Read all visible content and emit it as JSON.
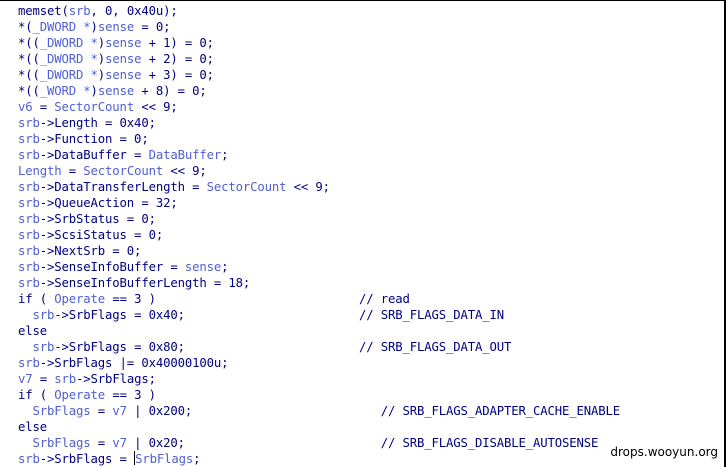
{
  "code_lines": [
    [
      {
        "t": "memset(",
        "k": "n"
      },
      {
        "t": "srb",
        "k": "v"
      },
      {
        "t": ", 0, 0x40u);",
        "k": "n"
      }
    ],
    [
      {
        "t": "*(",
        "k": "n"
      },
      {
        "t": "_DWORD *",
        "k": "v"
      },
      {
        "t": ")",
        "k": "n"
      },
      {
        "t": "sense",
        "k": "v"
      },
      {
        "t": " = 0;",
        "k": "n"
      }
    ],
    [
      {
        "t": "*((",
        "k": "n"
      },
      {
        "t": "_DWORD *",
        "k": "v"
      },
      {
        "t": ")",
        "k": "n"
      },
      {
        "t": "sense",
        "k": "v"
      },
      {
        "t": " + 1) = 0;",
        "k": "n"
      }
    ],
    [
      {
        "t": "*((",
        "k": "n"
      },
      {
        "t": "_DWORD *",
        "k": "v"
      },
      {
        "t": ")",
        "k": "n"
      },
      {
        "t": "sense",
        "k": "v"
      },
      {
        "t": " + 2) = 0;",
        "k": "n"
      }
    ],
    [
      {
        "t": "*((",
        "k": "n"
      },
      {
        "t": "_DWORD *",
        "k": "v"
      },
      {
        "t": ")",
        "k": "n"
      },
      {
        "t": "sense",
        "k": "v"
      },
      {
        "t": " + 3) = 0;",
        "k": "n"
      }
    ],
    [
      {
        "t": "*((",
        "k": "n"
      },
      {
        "t": "_WORD *",
        "k": "v"
      },
      {
        "t": ")",
        "k": "n"
      },
      {
        "t": "sense",
        "k": "v"
      },
      {
        "t": " + 8) = 0;",
        "k": "n"
      }
    ],
    [
      {
        "t": "v6",
        "k": "v"
      },
      {
        "t": " = ",
        "k": "n"
      },
      {
        "t": "SectorCount",
        "k": "v"
      },
      {
        "t": " << 9;",
        "k": "n"
      }
    ],
    [
      {
        "t": "srb",
        "k": "v"
      },
      {
        "t": "->Length = 0x40;",
        "k": "n"
      }
    ],
    [
      {
        "t": "srb",
        "k": "v"
      },
      {
        "t": "->Function = 0;",
        "k": "n"
      }
    ],
    [
      {
        "t": "srb",
        "k": "v"
      },
      {
        "t": "->DataBuffer = ",
        "k": "n"
      },
      {
        "t": "DataBuffer",
        "k": "v"
      },
      {
        "t": ";",
        "k": "n"
      }
    ],
    [
      {
        "t": "Length",
        "k": "v"
      },
      {
        "t": " = ",
        "k": "n"
      },
      {
        "t": "SectorCount",
        "k": "v"
      },
      {
        "t": " << 9;",
        "k": "n"
      }
    ],
    [
      {
        "t": "srb",
        "k": "v"
      },
      {
        "t": "->DataTransferLength = ",
        "k": "n"
      },
      {
        "t": "SectorCount",
        "k": "v"
      },
      {
        "t": " << 9;",
        "k": "n"
      }
    ],
    [
      {
        "t": "srb",
        "k": "v"
      },
      {
        "t": "->QueueAction = 32;",
        "k": "n"
      }
    ],
    [
      {
        "t": "srb",
        "k": "v"
      },
      {
        "t": "->SrbStatus = 0;",
        "k": "n"
      }
    ],
    [
      {
        "t": "srb",
        "k": "v"
      },
      {
        "t": "->ScsiStatus = 0;",
        "k": "n"
      }
    ],
    [
      {
        "t": "srb",
        "k": "v"
      },
      {
        "t": "->NextSrb = 0;",
        "k": "n"
      }
    ],
    [
      {
        "t": "srb",
        "k": "v"
      },
      {
        "t": "->SenseInfoBuffer = ",
        "k": "n"
      },
      {
        "t": "sense",
        "k": "v"
      },
      {
        "t": ";",
        "k": "n"
      }
    ],
    [
      {
        "t": "srb",
        "k": "v"
      },
      {
        "t": "->SenseInfoBufferLength = 18;",
        "k": "n"
      }
    ],
    [
      {
        "t": "if ( ",
        "k": "n"
      },
      {
        "t": "Operate",
        "k": "v"
      },
      {
        "t": " == 3 )                            ",
        "k": "n"
      },
      {
        "t": "// read",
        "k": "c"
      }
    ],
    [
      {
        "t": "  ",
        "k": "n"
      },
      {
        "t": "srb",
        "k": "v"
      },
      {
        "t": "->SrbFlags = 0x40;                        ",
        "k": "n"
      },
      {
        "t": "// SRB_FLAGS_DATA_IN",
        "k": "c"
      }
    ],
    [
      {
        "t": "else",
        "k": "n"
      }
    ],
    [
      {
        "t": "  ",
        "k": "n"
      },
      {
        "t": "srb",
        "k": "v"
      },
      {
        "t": "->SrbFlags = 0x80;                        ",
        "k": "n"
      },
      {
        "t": "// SRB_FLAGS_DATA_OUT",
        "k": "c"
      }
    ],
    [
      {
        "t": "srb",
        "k": "v"
      },
      {
        "t": "->SrbFlags |= 0x40000100u;",
        "k": "n"
      }
    ],
    [
      {
        "t": "v7",
        "k": "v"
      },
      {
        "t": " = ",
        "k": "n"
      },
      {
        "t": "srb",
        "k": "v"
      },
      {
        "t": "->SrbFlags;",
        "k": "n"
      }
    ],
    [
      {
        "t": "if ( ",
        "k": "n"
      },
      {
        "t": "Operate",
        "k": "v"
      },
      {
        "t": " == 3 )",
        "k": "n"
      }
    ],
    [
      {
        "t": "  ",
        "k": "n"
      },
      {
        "t": "SrbFlags",
        "k": "v"
      },
      {
        "t": " = ",
        "k": "n"
      },
      {
        "t": "v7",
        "k": "v"
      },
      {
        "t": " | 0x200;                          ",
        "k": "n"
      },
      {
        "t": "// SRB_FLAGS_ADAPTER_CACHE_ENABLE",
        "k": "c"
      }
    ],
    [
      {
        "t": "else",
        "k": "n"
      }
    ],
    [
      {
        "t": "  ",
        "k": "n"
      },
      {
        "t": "SrbFlags",
        "k": "v"
      },
      {
        "t": " = ",
        "k": "n"
      },
      {
        "t": "v7",
        "k": "v"
      },
      {
        "t": " | 0x20;                           ",
        "k": "n"
      },
      {
        "t": "// SRB_FLAGS_DISABLE_AUTOSENSE",
        "k": "c"
      }
    ],
    [
      {
        "t": "srb",
        "k": "v"
      },
      {
        "t": "->SrbFlags = ",
        "k": "n"
      },
      {
        "t": "|",
        "k": "caret"
      },
      {
        "t": "SrbFlags",
        "k": "v"
      },
      {
        "t": ";",
        "k": "n"
      }
    ]
  ],
  "watermark": "drops.wooyun.org",
  "colors": {
    "code_text": "#000080",
    "variable": "#5060d0",
    "background": "#ffffff"
  }
}
